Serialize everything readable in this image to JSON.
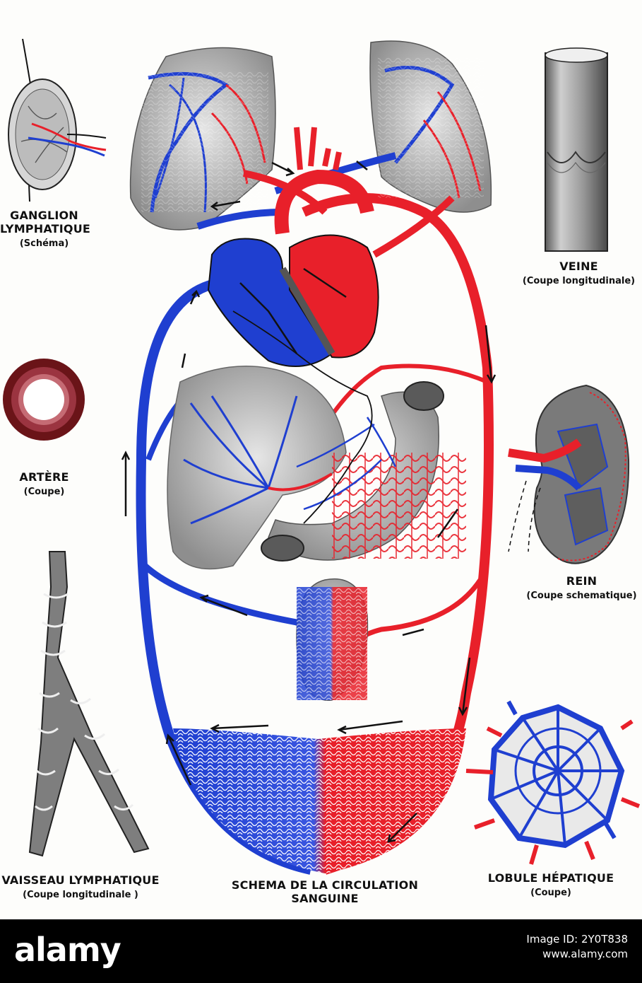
{
  "labels": {
    "ganglion": {
      "title": "GANGLION\nLYMPHATIQUE",
      "sub": "(Schéma)"
    },
    "veine": {
      "title": "VEINE",
      "sub": "(Coupe longitudinale)"
    },
    "artere": {
      "title": "ARTÈRE",
      "sub": "(Coupe)"
    },
    "rein": {
      "title": "REIN",
      "sub": "(Coupe schematique)"
    },
    "vaisseau": {
      "title": "VAISSEAU LYMPHATIQUE",
      "sub": "(Coupe longitudinale )"
    },
    "schema": {
      "title": "SCHEMA DE LA CIRCULATION\nSANGUINE",
      "sub": ""
    },
    "lobule": {
      "title": "LOBULE HÉPATIQUE",
      "sub": "(Coupe)"
    }
  },
  "footer": {
    "watermark": "alamy",
    "image_id_label": "Image ID: 2Y0T838",
    "site": "www.alamy.com"
  },
  "colors": {
    "artery_red": "#e8202a",
    "vein_blue": "#1f3fd0",
    "tissue_grey": "#9a9a9a",
    "artery_wall": "#6a1418"
  }
}
